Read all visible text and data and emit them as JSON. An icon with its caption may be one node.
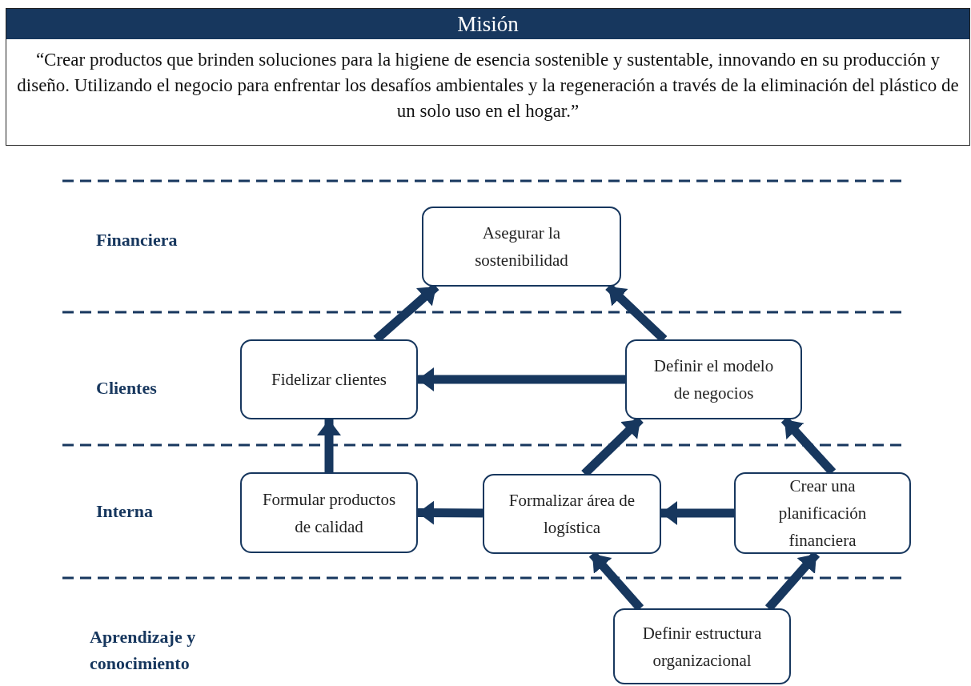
{
  "diagram": {
    "nodes": [
      {
        "text": [
          "Misión",
          "“Crear productos que brinden soluciones para la higiene de esencia sostenible y sustentable, innovando en su producción y diseño. Utilizando el negocio para enfrentar los desafíos ambientales y la regeneración a través de la eliminación del plástico de un solo uso en el hogar.”"
        ]
      },
      {
        "text": [
          "Asegurar la sostenibilidad"
        ]
      },
      {
        "text": [
          "Fidelizar clientes"
        ]
      },
      {
        "text": [
          "Definir el modelo de negocios"
        ]
      },
      {
        "text": [
          "Formular productos de calidad"
        ]
      },
      {
        "text": [
          "Formalizar área de logística"
        ]
      },
      {
        "text": [
          "Crear una planificación financiera"
        ]
      },
      {
        "text": [
          "Definir estructura organizacional"
        ]
      }
    ],
    "edges": [
      {
        "from": 2,
        "to": 1,
        "arrow": "to"
      },
      {
        "from": 3,
        "to": 1,
        "arrow": "to"
      },
      {
        "from": 3,
        "to": 2,
        "arrow": "to"
      },
      {
        "from": 4,
        "to": 2,
        "arrow": "to"
      },
      {
        "from": 5,
        "to": 3,
        "arrow": "to"
      },
      {
        "from": 6,
        "to": 3,
        "arrow": "to"
      },
      {
        "from": 5,
        "to": 4,
        "arrow": "to"
      },
      {
        "from": 6,
        "to": 5,
        "arrow": "to"
      },
      {
        "from": 7,
        "to": 5,
        "arrow": "to"
      },
      {
        "from": 7,
        "to": 6,
        "arrow": "to"
      }
    ],
    "labels": [
      "Financiera",
      "Clientes",
      "Interna",
      "Aprendizaje y conocimiento"
    ]
  }
}
